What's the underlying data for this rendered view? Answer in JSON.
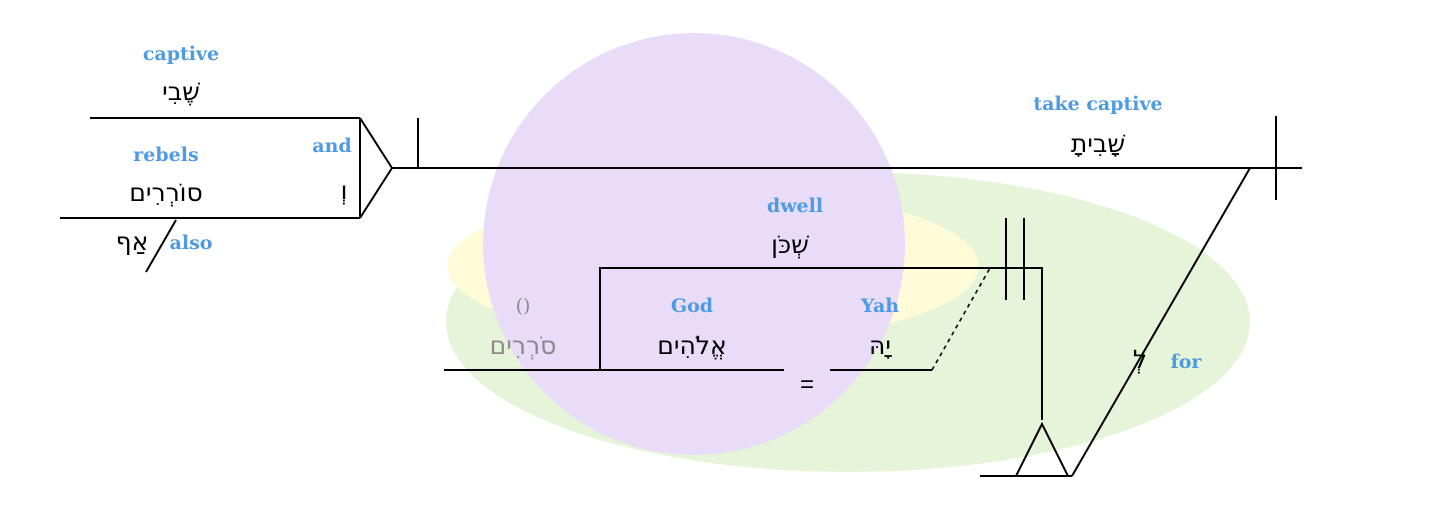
{
  "colors": {
    "gloss": "#4f9be3",
    "ellipse_green": "#e6f4d9",
    "ellipse_yellow": "#fdfbd8",
    "circle_purple": "#e8dcf8",
    "line": "#000000",
    "implied": "#8a8a8a"
  },
  "words": {
    "captive": {
      "gloss": "captive",
      "hebrew": "שֶׁבִי"
    },
    "rebels": {
      "gloss": "rebels",
      "hebrew": "סוֹרְרִים"
    },
    "and": {
      "gloss": "and",
      "hebrew": "וְ"
    },
    "also": {
      "gloss": "also",
      "hebrew": "אַף"
    },
    "take_captive": {
      "gloss": "take captive",
      "hebrew": "שָׁבִיתָ"
    },
    "dwell": {
      "gloss": "dwell",
      "hebrew": "שְׁכֹּן"
    },
    "implied_subject": {
      "gloss": "()",
      "hebrew": "סֹרְרִים"
    },
    "god": {
      "gloss": "God",
      "hebrew": "אֱלֹהִים"
    },
    "yah": {
      "gloss": "Yah",
      "hebrew": "יָהּ"
    },
    "for": {
      "gloss": "for",
      "hebrew": "לְ"
    },
    "equals": "="
  }
}
